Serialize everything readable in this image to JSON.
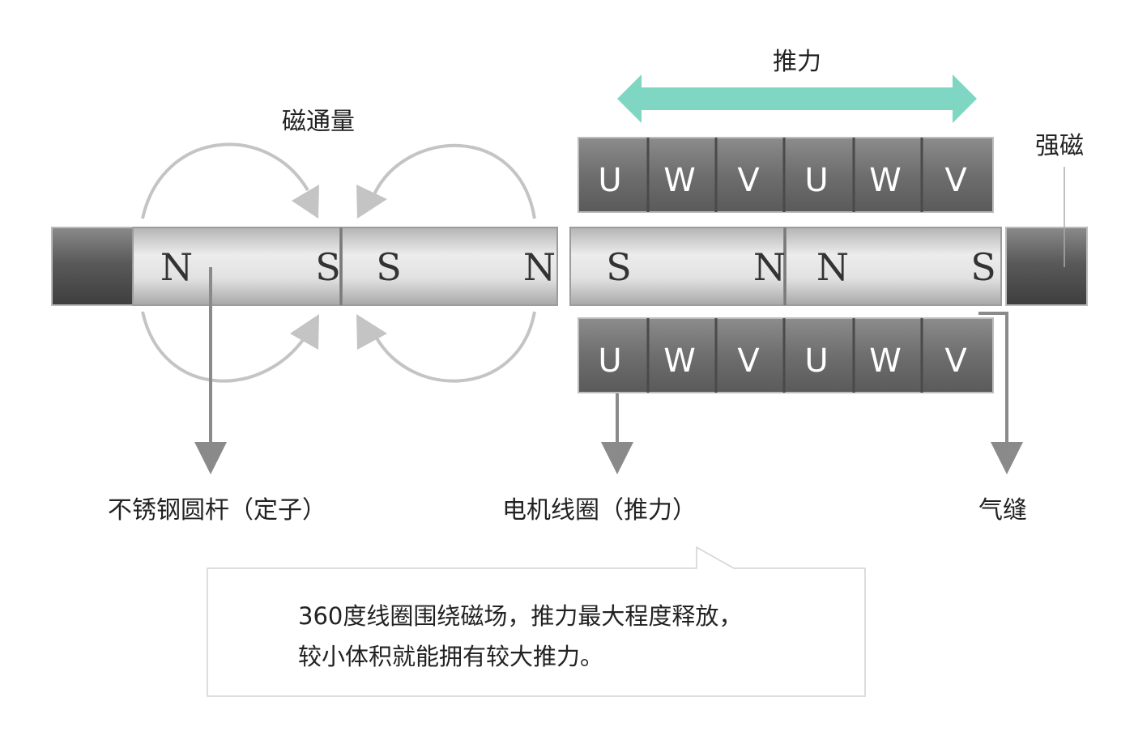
{
  "labels": {
    "flux": "磁通量",
    "thrust": "推力",
    "strong_magnet": "强磁",
    "rod": "不锈钢圆杆（定子）",
    "coil": "电机线圈（推力）",
    "air_gap": "气缝"
  },
  "rod_left": {
    "poles": [
      "N",
      "S",
      "S",
      "N"
    ]
  },
  "rod_right": {
    "poles": [
      "S",
      "N",
      "N",
      "S"
    ]
  },
  "coils_top": [
    "U",
    "W",
    "V",
    "U",
    "W",
    "V"
  ],
  "coils_bottom": [
    "U",
    "W",
    "V",
    "U",
    "W",
    "V"
  ],
  "note": {
    "line1": "360度线圈围绕磁场，推力最大程度释放，",
    "line2": "较小体积就能拥有较大推力。"
  },
  "colors": {
    "thrust_arrow": "#7fd6c2",
    "flux_arrow": "#c4c4c4",
    "pointer": "#8a8a8a"
  }
}
